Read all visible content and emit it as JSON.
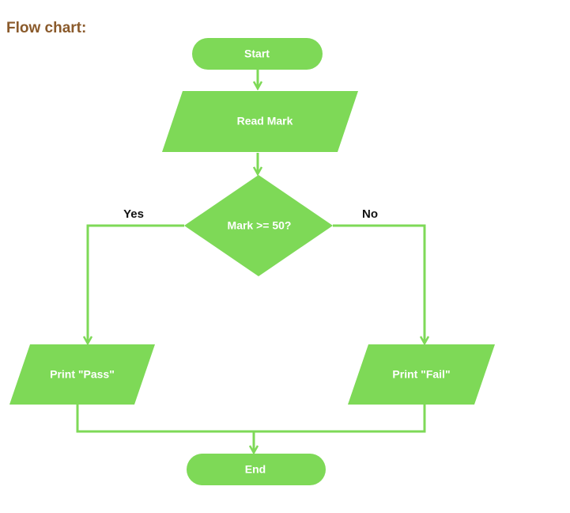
{
  "title": "Flow chart:",
  "colors": {
    "title": "#8a5a2b",
    "shape_fill": "#7ed957",
    "connector": "#7ed957",
    "node_text": "#ffffff",
    "branch_text": "#111111"
  },
  "nodes": {
    "start": "Start",
    "read_mark": "Read Mark",
    "decision": "Mark >= 50?",
    "print_pass": "Print \"Pass\"",
    "print_fail": "Print \"Fail\"",
    "end": "End"
  },
  "branches": {
    "yes": "Yes",
    "no": "No"
  }
}
